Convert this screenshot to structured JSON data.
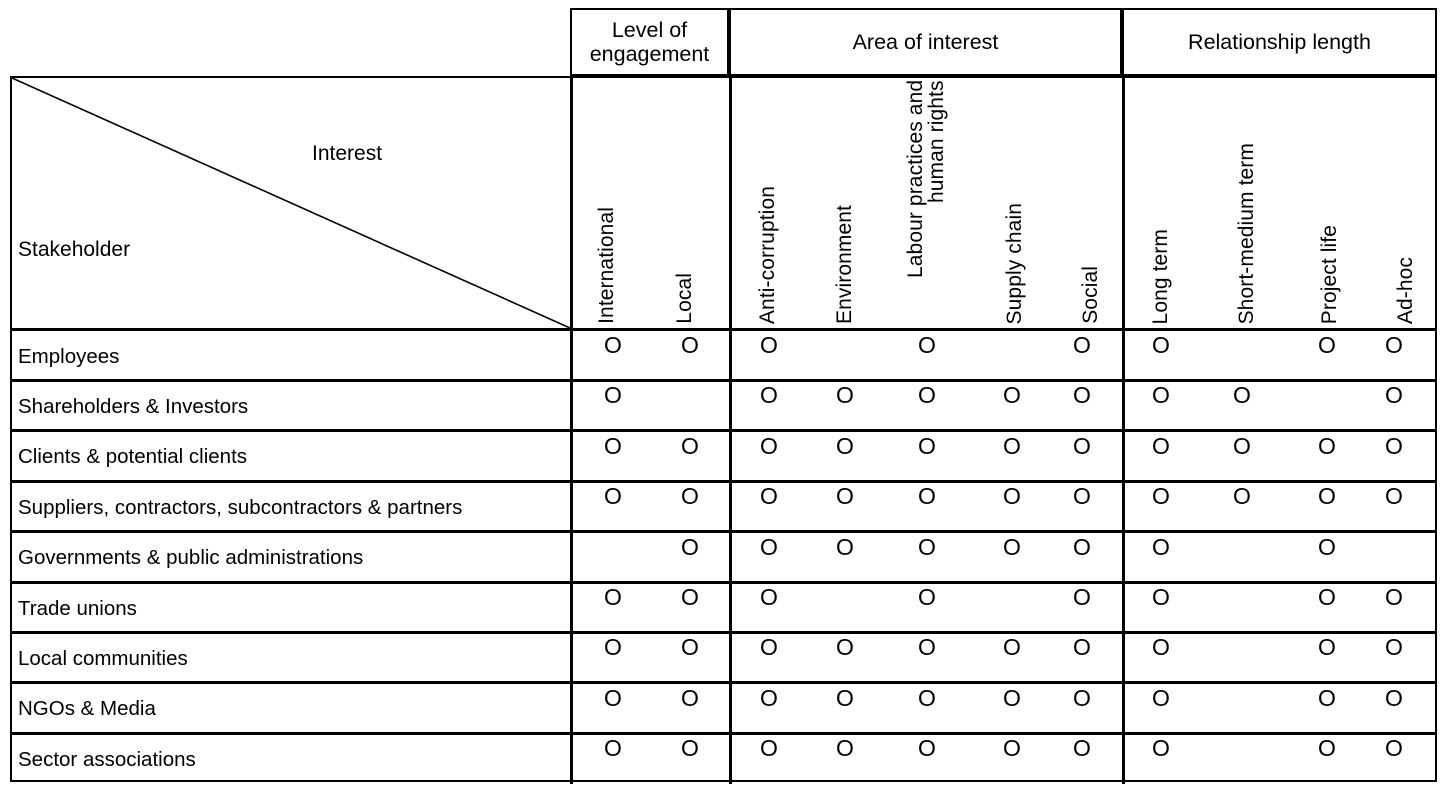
{
  "table": {
    "corner": {
      "interest_label": "Interest",
      "stakeholder_label": "Stakeholder"
    },
    "groups": [
      {
        "id": "engagement",
        "label": "Level of engagement"
      },
      {
        "id": "area",
        "label": "Area of interest"
      },
      {
        "id": "relation",
        "label": "Relationship length"
      }
    ],
    "columns": [
      {
        "group": "engagement",
        "label": "International"
      },
      {
        "group": "engagement",
        "label": "Local"
      },
      {
        "group": "area",
        "label": "Anti-corruption"
      },
      {
        "group": "area",
        "label": "Environment"
      },
      {
        "group": "area",
        "label": "Labour practices and human rights"
      },
      {
        "group": "area",
        "label": "Supply chain"
      },
      {
        "group": "area",
        "label": "Social"
      },
      {
        "group": "relation",
        "label": "Long term"
      },
      {
        "group": "relation",
        "label": "Short-medium term"
      },
      {
        "group": "relation",
        "label": "Project life"
      },
      {
        "group": "relation",
        "label": "Ad-hoc"
      }
    ],
    "mark_symbol": "O",
    "rows": [
      {
        "label": "Employees",
        "marks": [
          true,
          true,
          true,
          false,
          true,
          false,
          true,
          true,
          false,
          true,
          true
        ]
      },
      {
        "label": "Shareholders & Investors",
        "marks": [
          true,
          false,
          true,
          true,
          true,
          true,
          true,
          true,
          true,
          false,
          true
        ]
      },
      {
        "label": "Clients & potential clients",
        "marks": [
          true,
          true,
          true,
          true,
          true,
          true,
          true,
          true,
          true,
          true,
          true
        ]
      },
      {
        "label": "Suppliers, contractors, subcontractors & partners",
        "marks": [
          true,
          true,
          true,
          true,
          true,
          true,
          true,
          true,
          true,
          true,
          true
        ]
      },
      {
        "label": "Governments & public administrations",
        "marks": [
          false,
          true,
          true,
          true,
          true,
          true,
          true,
          true,
          false,
          true,
          false
        ]
      },
      {
        "label": "Trade unions",
        "marks": [
          true,
          true,
          true,
          false,
          true,
          false,
          true,
          true,
          false,
          true,
          true
        ]
      },
      {
        "label": "Local communities",
        "marks": [
          true,
          true,
          true,
          true,
          true,
          true,
          true,
          true,
          false,
          true,
          true
        ]
      },
      {
        "label": "NGOs & Media",
        "marks": [
          true,
          true,
          true,
          true,
          true,
          true,
          true,
          true,
          false,
          true,
          true
        ]
      },
      {
        "label": "Sector associations",
        "marks": [
          true,
          true,
          true,
          true,
          true,
          true,
          true,
          true,
          false,
          true,
          true
        ]
      }
    ]
  }
}
